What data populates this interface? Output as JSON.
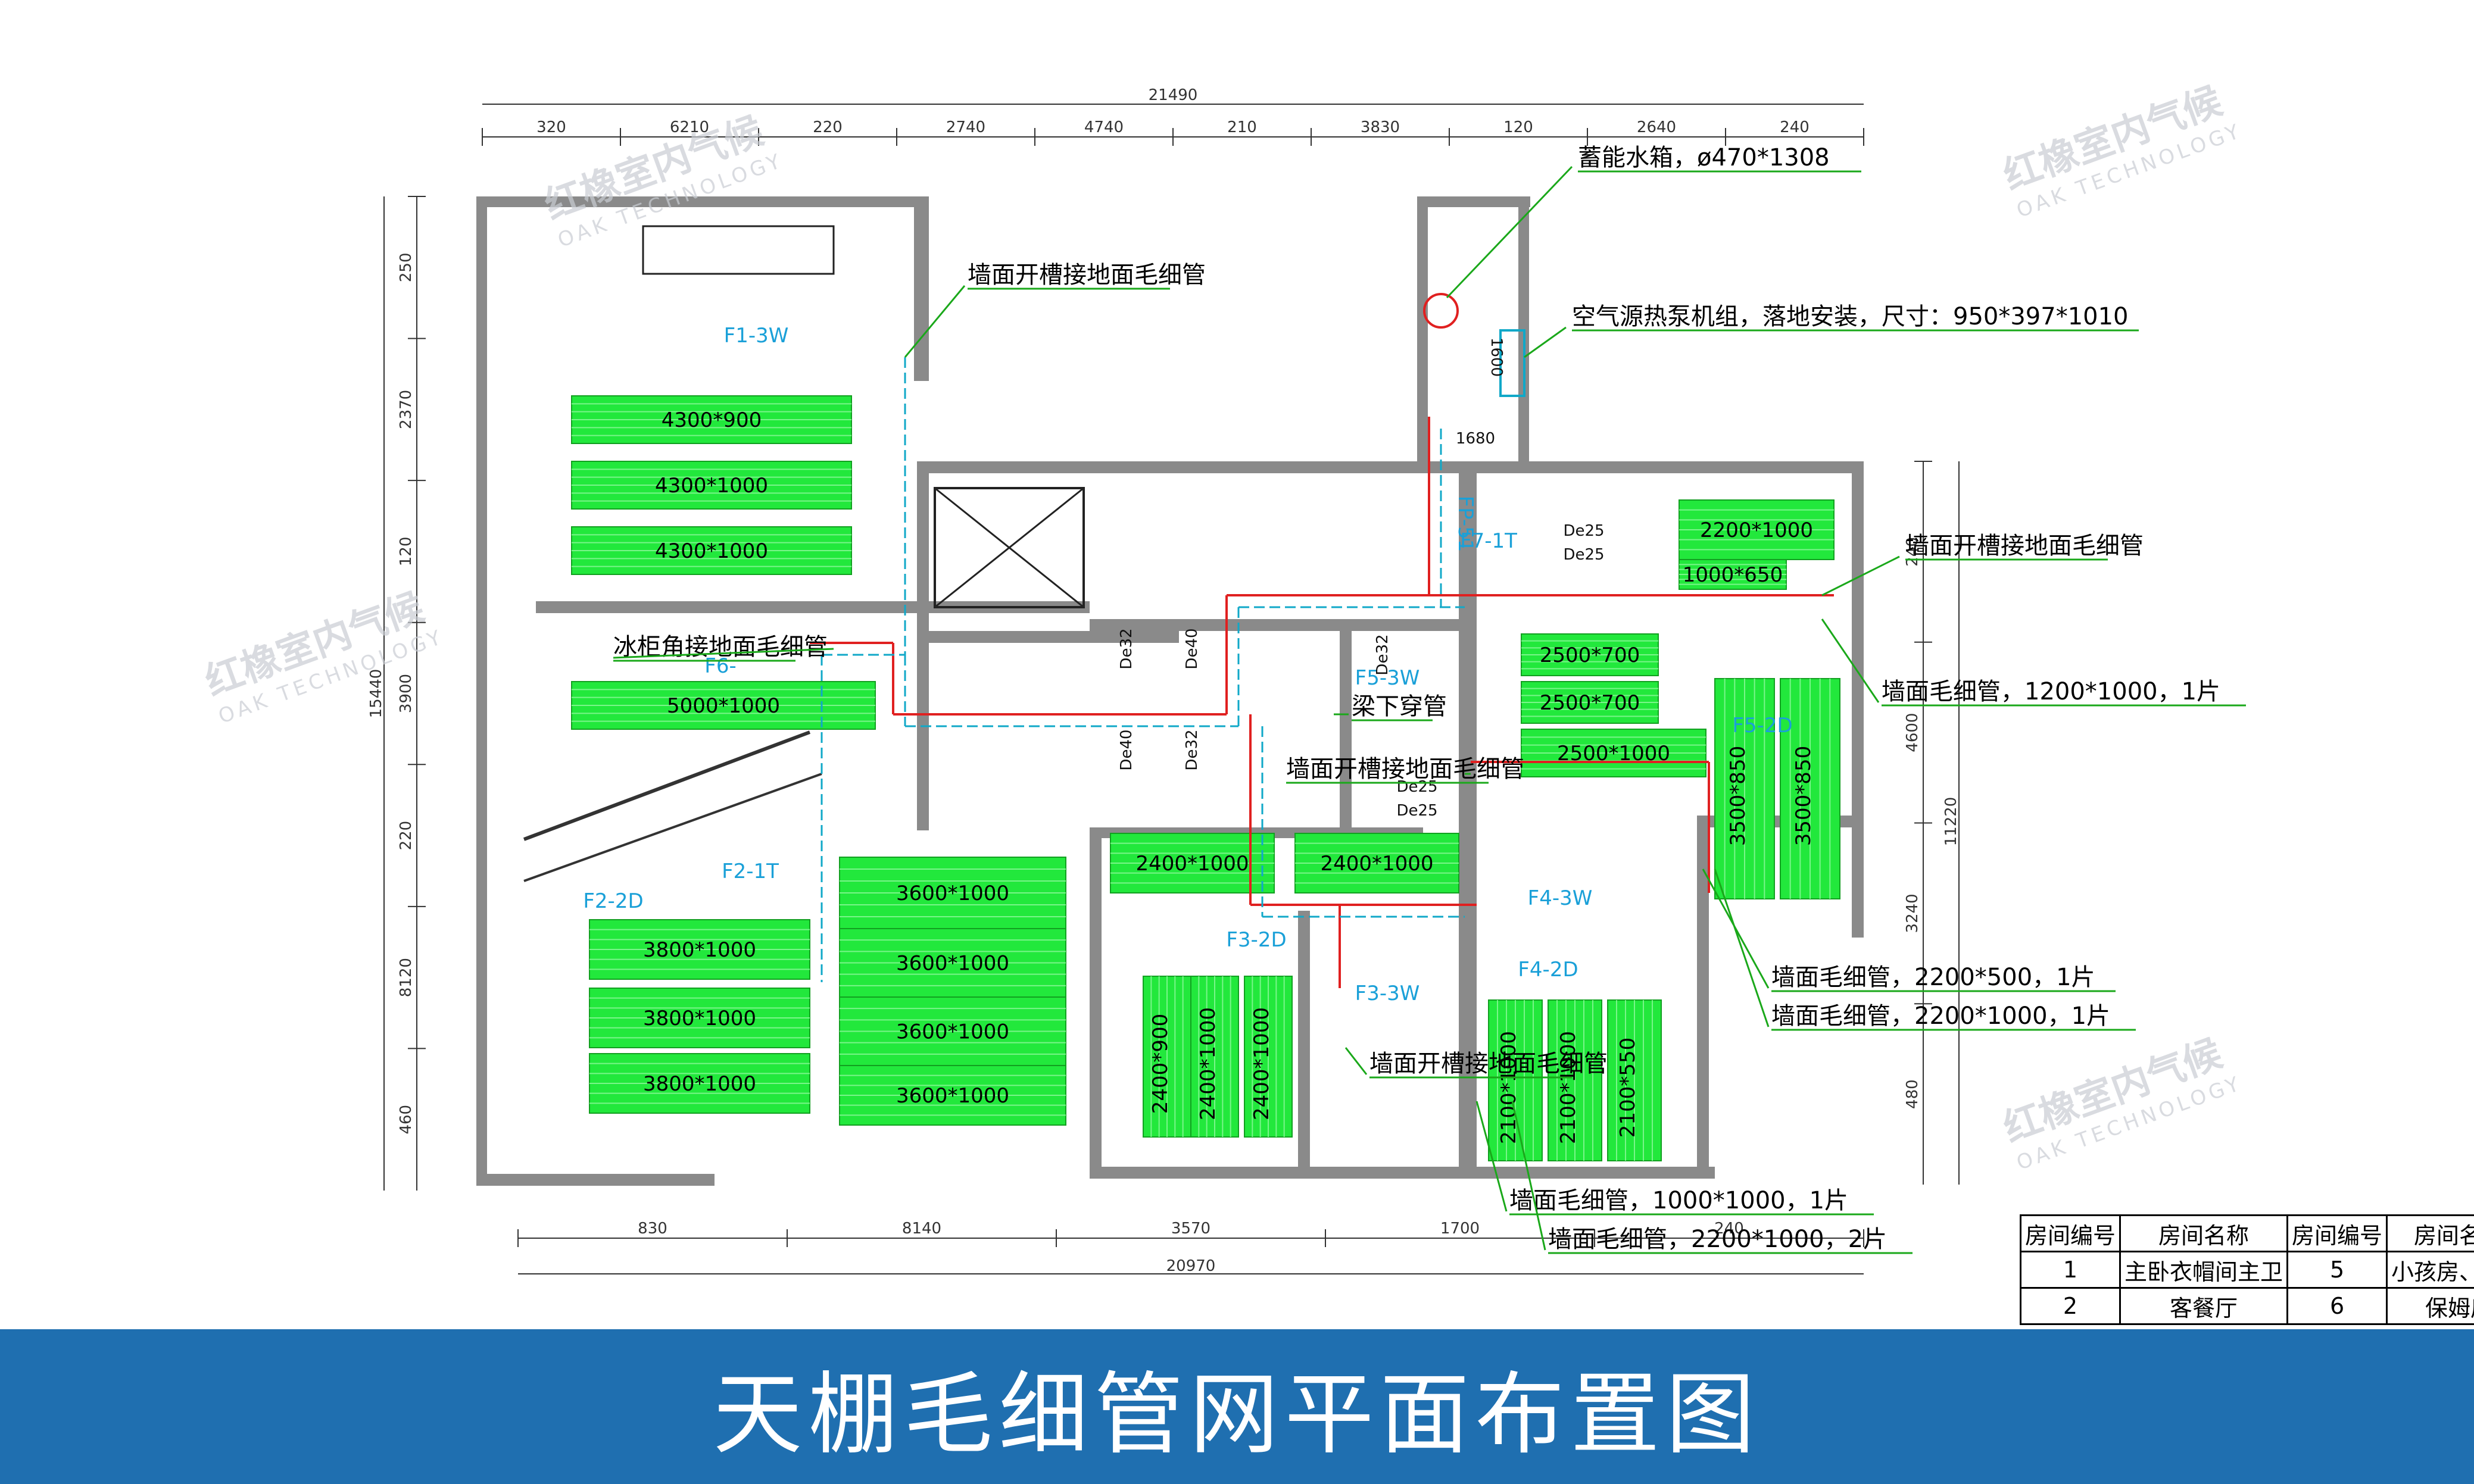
{
  "title": "天棚毛细管网平面布置图",
  "watermark": {
    "cn": "红橡室内气候",
    "en": "OAK TECHNOLOGY"
  },
  "colors": {
    "banner": "#1f6fb0",
    "panel": "#22e83c",
    "wall": "#8a8a8a",
    "pipe_red": "#e02020",
    "pipe_cyan": "#10a8c8",
    "leader": "#1aa81a",
    "dim": "#333333",
    "zone_label": "#1aa0d8"
  },
  "dimensions": {
    "top_total": "21490",
    "top_segments": [
      "320",
      "6210",
      "220",
      "2740",
      "4740",
      "210",
      "3830",
      "120",
      "2640",
      "240"
    ],
    "bottom_total": "20970",
    "bottom_segments": [
      "830",
      "8140",
      "3570",
      "1700",
      "240"
    ],
    "left_total": "15440",
    "left_segments": [
      "250",
      "2370",
      "120",
      "3900",
      "220",
      "8120",
      "460"
    ],
    "right_total": "11220",
    "right_segments": [
      "240",
      "4600",
      "3240",
      "480"
    ]
  },
  "panels": [
    {
      "label": "4300*900"
    },
    {
      "label": "4300*1000"
    },
    {
      "label": "4300*1000"
    },
    {
      "label": "5000*1000"
    },
    {
      "label": "3800*1000"
    },
    {
      "label": "3800*1000"
    },
    {
      "label": "3800*1000"
    },
    {
      "label": "3600*1000"
    },
    {
      "label": "3600*1000"
    },
    {
      "label": "3600*1000"
    },
    {
      "label": "3600*1000"
    },
    {
      "label": "2400*1000"
    },
    {
      "label": "2400*1000"
    },
    {
      "label": "2400*900"
    },
    {
      "label": "2400*1000"
    },
    {
      "label": "2400*1000"
    },
    {
      "label": "2100*1000"
    },
    {
      "label": "2100*1000"
    },
    {
      "label": "2100*550"
    },
    {
      "label": "2500*700"
    },
    {
      "label": "2500*700"
    },
    {
      "label": "2500*1000"
    },
    {
      "label": "3500*850"
    },
    {
      "label": "3500*850"
    },
    {
      "label": "2200*1000"
    },
    {
      "label": "1000*650"
    }
  ],
  "zones": [
    "F1-3W",
    "F2-2D",
    "F2-1T",
    "F6-",
    "F7-1T",
    "F5-3W",
    "F4-3W",
    "F4-2D",
    "F3-2D",
    "F3-3W",
    "F5-2D",
    "FP-51"
  ],
  "pipe_labels": [
    "De25",
    "De25",
    "De32",
    "De40",
    "De32",
    "De40",
    "De32",
    "De25",
    "De25"
  ],
  "small_labels": [
    "1680",
    "1600"
  ],
  "annotations": [
    {
      "text": "蓄能水箱，ø470*1308"
    },
    {
      "text": "墙面开槽接地面毛细管"
    },
    {
      "text": "空气源热泵机组，落地安装，尺寸：950*397*1010"
    },
    {
      "text": "墙面开槽接地面毛细管"
    },
    {
      "text": "冰柜角接地面毛细管"
    },
    {
      "text": "墙面毛细管，1200*1000，1片"
    },
    {
      "text": "梁下穿管"
    },
    {
      "text": "墙面开槽接地面毛细管"
    },
    {
      "text": "墙面毛细管，2200*500，1片"
    },
    {
      "text": "墙面毛细管，2200*1000，1片"
    },
    {
      "text": "墙面开槽接地面毛细管"
    },
    {
      "text": "墙面毛细管，1000*1000，1片"
    },
    {
      "text": "墙面毛细管，2200*1000，2片"
    }
  ],
  "room_table": {
    "headers": [
      "房间编号",
      "房间名称",
      "房间编号",
      "房间名称"
    ],
    "rows": [
      [
        "1",
        "主卧衣帽间主卫",
        "5",
        "小孩房、公卫"
      ],
      [
        "2",
        "客餐厅",
        "6",
        "保姆房"
      ]
    ]
  }
}
